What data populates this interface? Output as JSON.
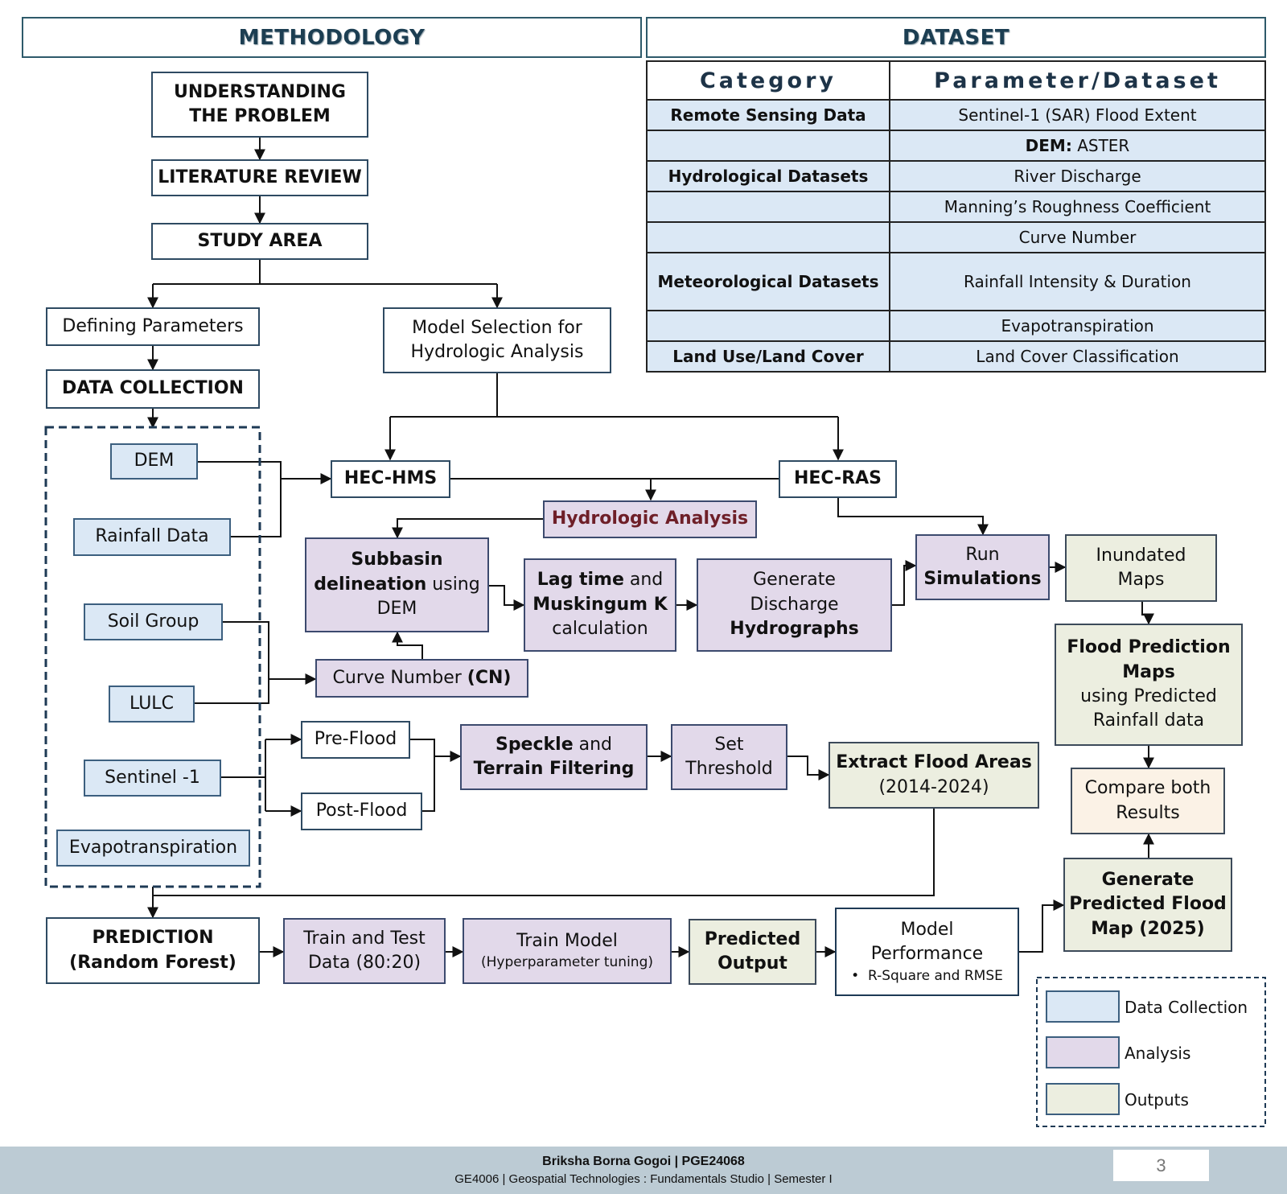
{
  "headers": {
    "methodology": "METHODOLOGY",
    "dataset": "DATASET"
  },
  "dataset_table": {
    "columns": [
      "Category",
      "Parameter/Dataset"
    ],
    "rows": [
      {
        "category": "Remote Sensing Data",
        "param_bold": "",
        "param": "Sentinel-1 (SAR) Flood Extent"
      },
      {
        "category": "",
        "param_bold": "DEM:",
        "param": " ASTER"
      },
      {
        "category": "Hydrological Datasets",
        "param_bold": "",
        "param": "River Discharge"
      },
      {
        "category": "",
        "param_bold": "",
        "param": "Manning’s Roughness Coefficient"
      },
      {
        "category": "",
        "param_bold": "",
        "param": "Curve Number"
      },
      {
        "category": "Meteorological Datasets",
        "param_bold": "",
        "param": "Rainfall Intensity & Duration"
      },
      {
        "category": "",
        "param_bold": "",
        "param": "Evapotranspiration"
      },
      {
        "category": "Land Use/Land Cover",
        "param_bold": "",
        "param": "Land Cover Classification"
      }
    ]
  },
  "flow": {
    "understanding": [
      "UNDERSTANDING",
      "THE PROBLEM"
    ],
    "literature": "LITERATURE REVIEW",
    "study_area": "STUDY AREA",
    "defining": "Defining Parameters",
    "model_selection": [
      "Model Selection for",
      "Hydrologic Analysis"
    ],
    "data_collection": "DATA COLLECTION",
    "dem": "DEM",
    "rainfall": "Rainfall Data",
    "soil": "Soil Group",
    "lulc": "LULC",
    "sentinel": "Sentinel -1",
    "evapo": "Evapotranspiration",
    "hec_hms": "HEC-HMS",
    "hec_ras": "HEC-RAS",
    "hydrologic": "Hydrologic Analysis",
    "subbasin": {
      "l1": "Subbasin",
      "l2b": "delineation",
      "l2": " using",
      "l3": "DEM"
    },
    "lag": {
      "l1b": "Lag time",
      "l1": " and",
      "l2": "Muskingum K",
      "l3": "calculation"
    },
    "discharge": {
      "l1": "Generate",
      "l2": "Discharge",
      "l3": "Hydrographs"
    },
    "run": {
      "l1": "Run",
      "l2": "Simulations"
    },
    "inundated": [
      "Inundated",
      "Maps"
    ],
    "flood_pred": {
      "l1": "Flood Prediction",
      "l2": "Maps",
      "l3": "using Predicted",
      "l4": "Rainfall data"
    },
    "compare": [
      "Compare both",
      "Results"
    ],
    "curve": {
      "text": "Curve Number ",
      "bold": "(CN)"
    },
    "pre_flood": "Pre-Flood",
    "post_flood": "Post-Flood",
    "speckle": {
      "l1b": "Speckle",
      "l1": " and",
      "l2": "Terrain Filtering"
    },
    "threshold": [
      "Set",
      "Threshold"
    ],
    "extract": {
      "l1": "Extract Flood Areas",
      "l2": "(2014-2024)"
    },
    "prediction": [
      "PREDICTION",
      "(Random Forest)"
    ],
    "train_test": [
      "Train and Test",
      "Data (80:20)"
    ],
    "train_model": [
      "Train Model",
      "(Hyperparameter tuning)"
    ],
    "predicted_output": [
      "Predicted",
      "Output"
    ],
    "model_perf": {
      "l1": "Model",
      "l2": "Performance",
      "bullet": "•",
      "l3": "R-Square and RMSE"
    },
    "generate_map": [
      "Generate",
      "Predicted Flood",
      "Map (2025)"
    ]
  },
  "legend": {
    "items": [
      {
        "label": "Data Collection",
        "color": "#dbe8f5"
      },
      {
        "label": "Analysis",
        "color": "#e2d9ea"
      },
      {
        "label": "Outputs",
        "color": "#eceee0"
      }
    ]
  },
  "footer": {
    "author": "Briksha Borna Gogoi | PGE24068",
    "course": "GE4006 | Geospatial Technologies : Fundamentals Studio | Semester I",
    "page": "3"
  }
}
